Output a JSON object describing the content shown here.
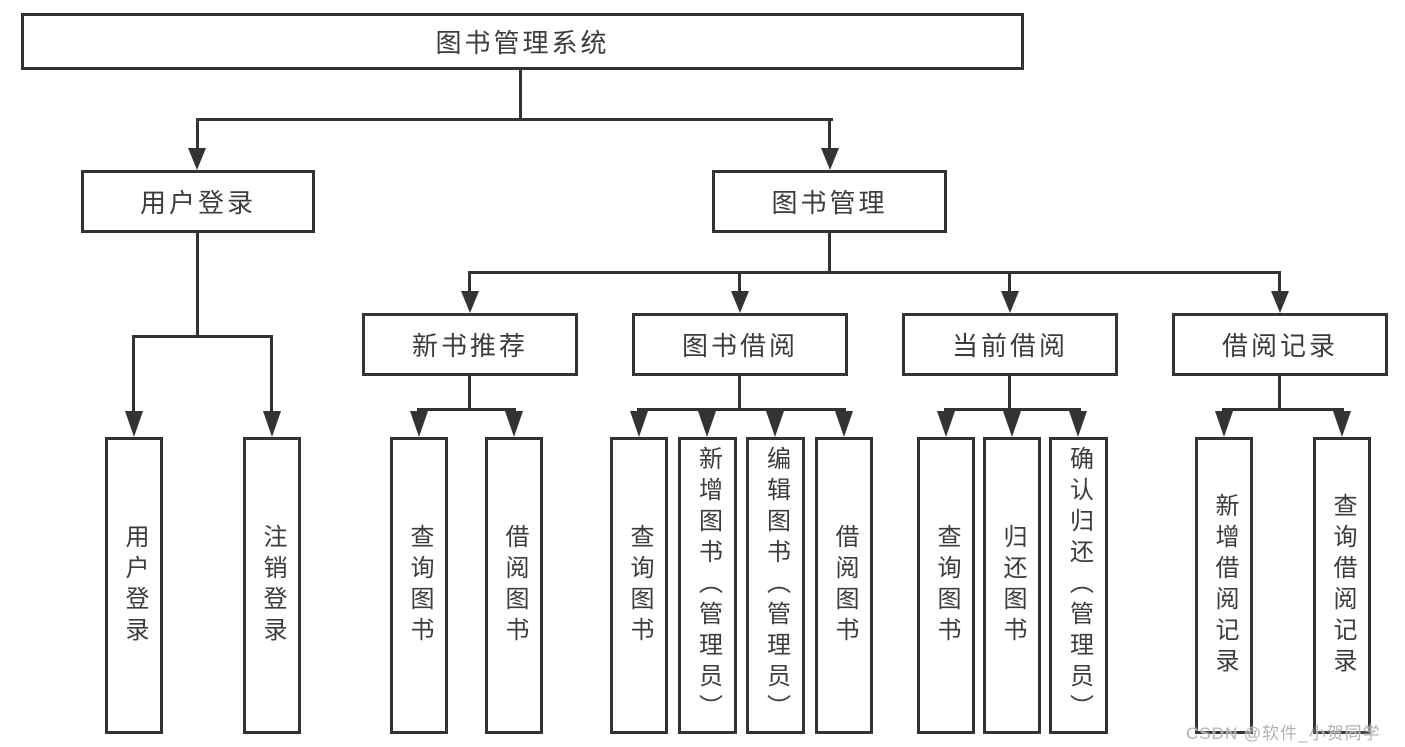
{
  "diagram_type": "function-structure-tree",
  "colors": {
    "line": "#333333",
    "text": "#3c3c3c",
    "watermark": "#b3b3b3"
  },
  "root": {
    "label": "图书管理系统"
  },
  "level2": [
    {
      "label": "用户登录"
    },
    {
      "label": "图书管理"
    }
  ],
  "level3": [
    {
      "label": "新书推荐",
      "parent": "图书管理"
    },
    {
      "label": "图书借阅",
      "parent": "图书管理"
    },
    {
      "label": "当前借阅",
      "parent": "图书管理"
    },
    {
      "label": "借阅记录",
      "parent": "图书管理"
    }
  ],
  "leaves": [
    {
      "label": "用户登录",
      "parent": "用户登录"
    },
    {
      "label": "注销登录",
      "parent": "用户登录"
    },
    {
      "label": "查询图书",
      "parent": "新书推荐"
    },
    {
      "label": "借阅图书",
      "parent": "新书推荐"
    },
    {
      "label": "查询图书",
      "parent": "图书借阅"
    },
    {
      "label": "新增图书（管理员）",
      "parent": "图书借阅"
    },
    {
      "label": "编辑图书（管理员）",
      "parent": "图书借阅"
    },
    {
      "label": "借阅图书",
      "parent": "图书借阅"
    },
    {
      "label": "查询图书",
      "parent": "当前借阅"
    },
    {
      "label": "归还图书",
      "parent": "当前借阅"
    },
    {
      "label": "确认归还（管理员）",
      "parent": "当前借阅"
    },
    {
      "label": "新增借阅记录",
      "parent": "借阅记录"
    },
    {
      "label": "查询借阅记录",
      "parent": "借阅记录"
    }
  ],
  "watermark": {
    "text": "CSDN @软件_小贺同学"
  }
}
